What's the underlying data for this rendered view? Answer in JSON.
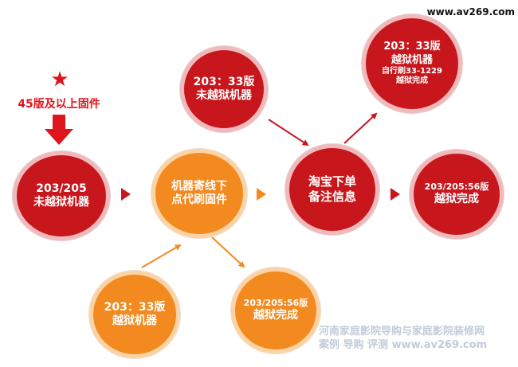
{
  "site_url": "www.av269.com",
  "note": {
    "star_glyph": "★",
    "text": "45版及以上固件"
  },
  "nodes": {
    "start": {
      "lines": [
        "203/205",
        "未越狱机器"
      ],
      "color": "#c8161d"
    },
    "top_mid": {
      "lines": [
        "203：33版",
        "未越狱机器"
      ],
      "color": "#c8161d"
    },
    "send": {
      "lines": [
        "机器寄线下",
        "点代刷固件"
      ],
      "color": "#f28a1f"
    },
    "order": {
      "lines": [
        "淘宝下单",
        "备注信息"
      ],
      "color": "#c8161d"
    },
    "top_right": {
      "lines": [
        "203：33版",
        "越狱机器",
        "自行刷33-1229",
        "越狱完成"
      ],
      "color": "#c8161d"
    },
    "done_right": {
      "lines": [
        "203/205:56版",
        "越狱完成"
      ],
      "color": "#c8161d"
    },
    "bottom_left": {
      "lines": [
        "203：33版",
        "越狱机器"
      ],
      "color": "#f28a1f"
    },
    "bottom_mid": {
      "lines": [
        "203/205:56版",
        "越狱完成"
      ],
      "color": "#f28a1f"
    }
  },
  "watermark": {
    "line1": "河南家庭影院导购与家庭影院装修网",
    "line2": "案例 导购 评测 www.av269.com"
  },
  "colors": {
    "red": "#c8161d",
    "orange": "#f28a1f",
    "accent": "#e0141b"
  }
}
